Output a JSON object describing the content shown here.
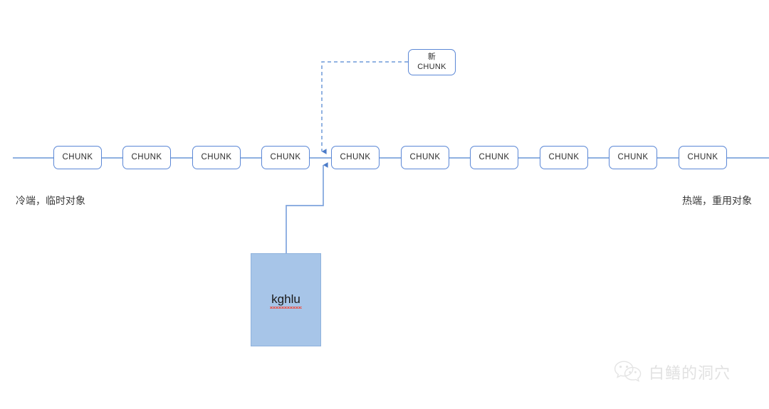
{
  "diagram": {
    "title": "chunk-chain-diagram",
    "colors": {
      "line": "#7fa4dd",
      "box_border": "#5b87d6",
      "block_fill": "#a7c5e8",
      "block_border": "#8fb2dd",
      "text": "#2f2f2f",
      "spellcheck_underline": "#e8534a",
      "watermark": "#c9c9c9"
    },
    "chain": {
      "name": "chunk-chain",
      "chunk_label": "CHUNK",
      "count": 10,
      "chunks": [
        {
          "label": "CHUNK"
        },
        {
          "label": "CHUNK"
        },
        {
          "label": "CHUNK"
        },
        {
          "label": "CHUNK"
        },
        {
          "label": "CHUNK"
        },
        {
          "label": "CHUNK"
        },
        {
          "label": "CHUNK"
        },
        {
          "label": "CHUNK"
        },
        {
          "label": "CHUNK"
        },
        {
          "label": "CHUNK"
        }
      ]
    },
    "new_chunk": {
      "line1": "新",
      "line2": "CHUNK"
    },
    "block": {
      "text": "kghlu"
    },
    "captions": {
      "cold": "冷端，临时对象",
      "hot": "热端，重用对象"
    },
    "watermark": {
      "icon": "wechat-icon",
      "text": "白鳝的洞穴"
    }
  }
}
